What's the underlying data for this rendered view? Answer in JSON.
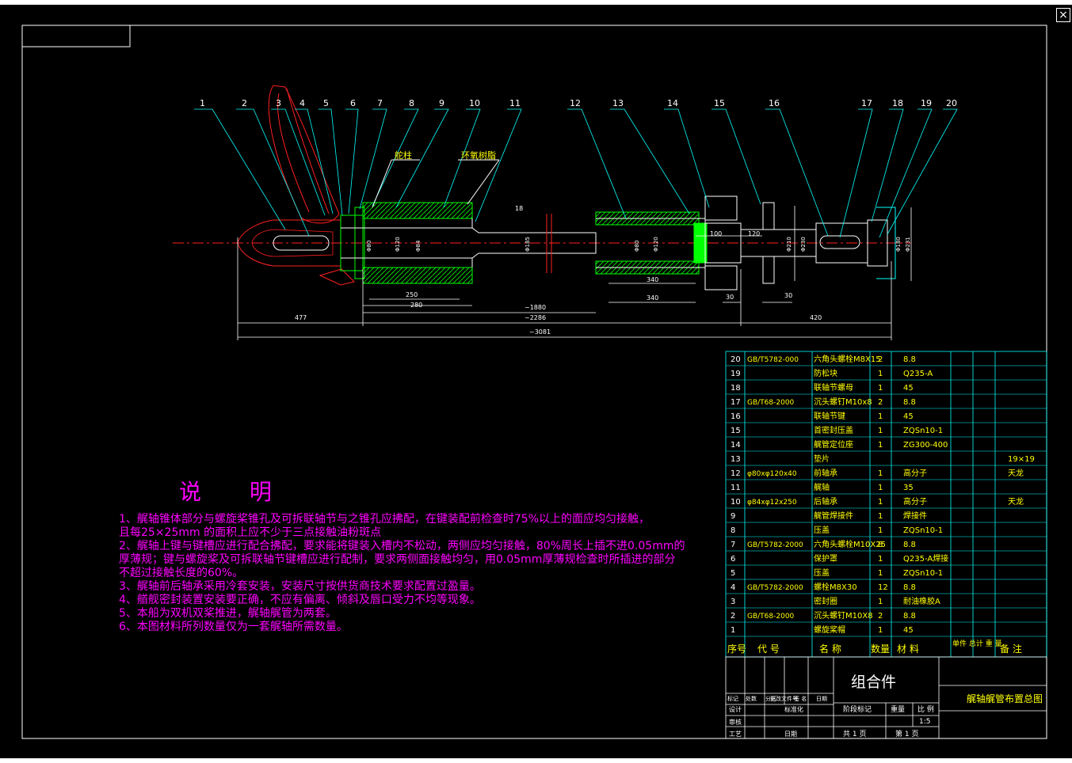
{
  "window": {
    "close_label": "×"
  },
  "drawing": {
    "part_callouts": [
      "1",
      "2",
      "3",
      "4",
      "5",
      "6",
      "7",
      "8",
      "9",
      "10",
      "11",
      "12",
      "13",
      "14",
      "15",
      "16",
      "17",
      "18",
      "19",
      "20"
    ],
    "tags": {
      "rudder_post": "舵柱",
      "epoxy": "环氧树脂"
    },
    "dims": {
      "d477": "477",
      "d420": "420",
      "d250": "250",
      "d280": "280",
      "d1880": "~1880",
      "d2286": "~2286",
      "d3081": "~3081",
      "d340a": "340",
      "d340b": "340",
      "d100": "100",
      "d120": "120",
      "d30a": "30",
      "d30b": "30",
      "d18": "18",
      "dia": [
        "Φ80",
        "Φ120",
        "Φ84",
        "Φ185",
        "Φ80",
        "Φ120",
        "Φ210",
        "Φ230",
        "Φ180",
        "Φ231"
      ]
    }
  },
  "notes": {
    "title": "说 明",
    "lines": [
      "1、艉轴锥体部分与螺旋桨锥孔及可拆联轴节与之锥孔应拂配，在键装配前检查时75%以上的面应均匀接触，",
      "    且每25×25mm 的面积上应不少于三点接触油粉斑点",
      "2、艉轴上键与键槽应进行配合拂配，要求能将键装入槽内不松动，两侧应均匀接触，80%周长上插不进0.05mm的",
      "    厚薄规；键与螺旋桨及可拆联轴节键槽应进行配制，要求两侧面接触均匀，用0.05mm厚薄规检查时所插进的部分",
      "    不超过接触长度的60%。",
      "3、艉轴前后轴承采用冷套安装，安装尺寸按供货商技术要求配置过盈量。",
      "4、艏舰密封装置安装要正确，不应有偏离、倾斜及唇口受力不均等现象。",
      "5、本船为双机双桨推进，艉轴艉管为两套。",
      "6、本图材料所列数量仅为一套艉轴所需数量。"
    ]
  },
  "bom": {
    "rows": [
      {
        "no": "20",
        "code": "GB/T5782-000",
        "name": "六角头螺栓M8X15",
        "qty": "2",
        "mat": "8.8",
        "w": "",
        "note": ""
      },
      {
        "no": "19",
        "code": "",
        "name": "防松块",
        "qty": "1",
        "mat": "Q235-A",
        "w": "",
        "note": ""
      },
      {
        "no": "18",
        "code": "",
        "name": "联轴节螺母",
        "qty": "1",
        "mat": "45",
        "w": "",
        "note": ""
      },
      {
        "no": "17",
        "code": "GB/T68-2000",
        "name": "沉头螺钉M10x8",
        "qty": "2",
        "mat": "8.8",
        "w": "",
        "note": ""
      },
      {
        "no": "16",
        "code": "",
        "name": "联轴节键",
        "qty": "1",
        "mat": "45",
        "w": "",
        "note": ""
      },
      {
        "no": "15",
        "code": "",
        "name": "首密封压盖",
        "qty": "1",
        "mat": "ZQSn10-1",
        "w": "",
        "note": ""
      },
      {
        "no": "14",
        "code": "",
        "name": "艉管定位座",
        "qty": "1",
        "mat": "ZG300-400",
        "w": "",
        "note": ""
      },
      {
        "no": "13",
        "code": "",
        "name": "垫片",
        "qty": "",
        "mat": "",
        "w": "",
        "note": "19×19"
      },
      {
        "no": "12",
        "code": "φ80xφ120x40",
        "name": "前轴承",
        "qty": "1",
        "mat": "高分子",
        "w": "",
        "note": "天龙"
      },
      {
        "no": "11",
        "code": "",
        "name": "艉轴",
        "qty": "1",
        "mat": "35",
        "w": "",
        "note": ""
      },
      {
        "no": "10",
        "code": "φ84xφ12x250",
        "name": "后轴承",
        "qty": "1",
        "mat": "高分子",
        "w": "",
        "note": "天龙"
      },
      {
        "no": "9",
        "code": "",
        "name": "艉管焊接件",
        "qty": "1",
        "mat": "焊接件",
        "w": "",
        "note": ""
      },
      {
        "no": "8",
        "code": "",
        "name": "压盖",
        "qty": "1",
        "mat": "ZQSn10-1",
        "w": "",
        "note": ""
      },
      {
        "no": "7",
        "code": "GB/T5782-2000",
        "name": "六角头螺栓M10X25",
        "qty": "8",
        "mat": "8.8",
        "w": "",
        "note": ""
      },
      {
        "no": "6",
        "code": "",
        "name": "保护罩",
        "qty": "1",
        "mat": "Q235-A焊接",
        "w": "",
        "note": ""
      },
      {
        "no": "5",
        "code": "",
        "name": "压盖",
        "qty": "1",
        "mat": "ZQSn10-1",
        "w": "",
        "note": ""
      },
      {
        "no": "4",
        "code": "GB/T5782-2000",
        "name": "螺栓M8X30",
        "qty": "12",
        "mat": "8.8",
        "w": "",
        "note": ""
      },
      {
        "no": "3",
        "code": "",
        "name": "密封圈",
        "qty": "1",
        "mat": "耐油橡胶A",
        "w": "",
        "note": ""
      },
      {
        "no": "2",
        "code": "GB/T68-2000",
        "name": "沉头螺钉M10X8",
        "qty": "2",
        "mat": "8.8",
        "w": "",
        "note": ""
      },
      {
        "no": "1",
        "code": "",
        "name": "螺旋桨帽",
        "qty": "1",
        "mat": "45",
        "w": "",
        "note": ""
      }
    ],
    "header": {
      "no": "序号",
      "code": "代 号",
      "name": "名 称",
      "qty": "数量",
      "mat": "材 料",
      "w": "单件 总计 重 量",
      "note": "备 注"
    }
  },
  "title_block": {
    "assembly": "组合件",
    "drawing_name": "艉轴艉管布置总图",
    "labels": [
      "标记",
      "处数",
      "分区",
      "更改文件号",
      "签 名",
      "日期"
    ],
    "roles": [
      "设计",
      "标准化",
      "审核",
      "工艺",
      "日期"
    ],
    "stage": "阶段标记",
    "weight": "重量",
    "scale_label": "比 例",
    "scale": "1:5",
    "sheet_total": "共 1 页",
    "sheet_no": "第 1 页"
  },
  "colors": {
    "frame": "#ffffff",
    "dimension": "#00ffff",
    "part": "#00ff00",
    "text": "#ffff00",
    "red": "#ff2020",
    "magenta": "#ff00ff"
  }
}
